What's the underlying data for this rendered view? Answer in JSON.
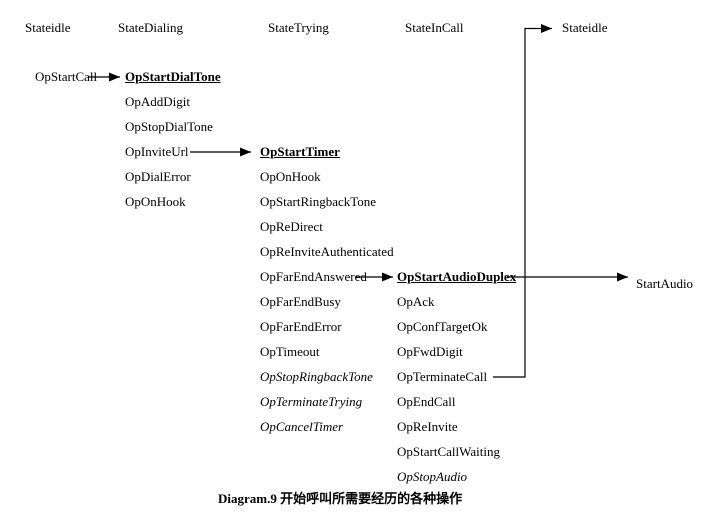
{
  "diagram": {
    "caption": "Diagram.9 开始呼叫所需要经历的各种操作",
    "states": {
      "idle_left": "Stateidle",
      "dialing": "StateDialing",
      "trying": "StateTrying",
      "incall": "StateInCall",
      "idle_right": "Stateidle"
    },
    "idle_ops": [
      {
        "label": "OpStartCall",
        "style": "normal"
      }
    ],
    "dialing_ops": [
      {
        "label": "OpStartDialTone",
        "style": "entry"
      },
      {
        "label": "OpAddDigit",
        "style": "normal"
      },
      {
        "label": "OpStopDialTone",
        "style": "normal"
      },
      {
        "label": "OpInviteUrl",
        "style": "normal"
      },
      {
        "label": "OpDialError",
        "style": "normal"
      },
      {
        "label": "OpOnHook",
        "style": "normal"
      }
    ],
    "trying_ops": [
      {
        "label": "OpStartTimer",
        "style": "entry"
      },
      {
        "label": "OpOnHook",
        "style": "normal"
      },
      {
        "label": "OpStartRingbackTone",
        "style": "normal"
      },
      {
        "label": "OpReDirect",
        "style": "normal"
      },
      {
        "label": "OpReInviteAuthenticated",
        "style": "normal"
      },
      {
        "label": "OpFarEndAnswered",
        "style": "normal"
      },
      {
        "label": "OpFarEndBusy",
        "style": "normal"
      },
      {
        "label": "OpFarEndError",
        "style": "normal"
      },
      {
        "label": "OpTimeout",
        "style": "normal"
      },
      {
        "label": "OpStopRingbackTone",
        "style": "exit"
      },
      {
        "label": "OpTerminateTrying",
        "style": "exit"
      },
      {
        "label": "OpCancelTimer",
        "style": "exit"
      }
    ],
    "incall_ops": [
      {
        "label": "OpStartAudioDuplex",
        "style": "entry"
      },
      {
        "label": "OpAck",
        "style": "normal"
      },
      {
        "label": "OpConfTargetOk",
        "style": "normal"
      },
      {
        "label": "OpFwdDigit",
        "style": "normal"
      },
      {
        "label": "OpTerminateCall",
        "style": "normal"
      },
      {
        "label": "OpEndCall",
        "style": "normal"
      },
      {
        "label": "OpReInvite",
        "style": "normal"
      },
      {
        "label": "OpStartCallWaiting",
        "style": "normal"
      },
      {
        "label": "OpStopAudio",
        "style": "exit"
      }
    ],
    "result": "StartAudio",
    "arrows": [
      {
        "from": "OpStartCall",
        "to": "OpStartDialTone"
      },
      {
        "from": "OpInviteUrl",
        "to": "OpStartTimer"
      },
      {
        "from": "OpFarEndAnswered",
        "to": "OpStartAudioDuplex"
      },
      {
        "from": "OpStartAudioDuplex",
        "to": "StartAudio"
      },
      {
        "from": "OpTerminateCall",
        "to": "Stateidle"
      }
    ]
  }
}
